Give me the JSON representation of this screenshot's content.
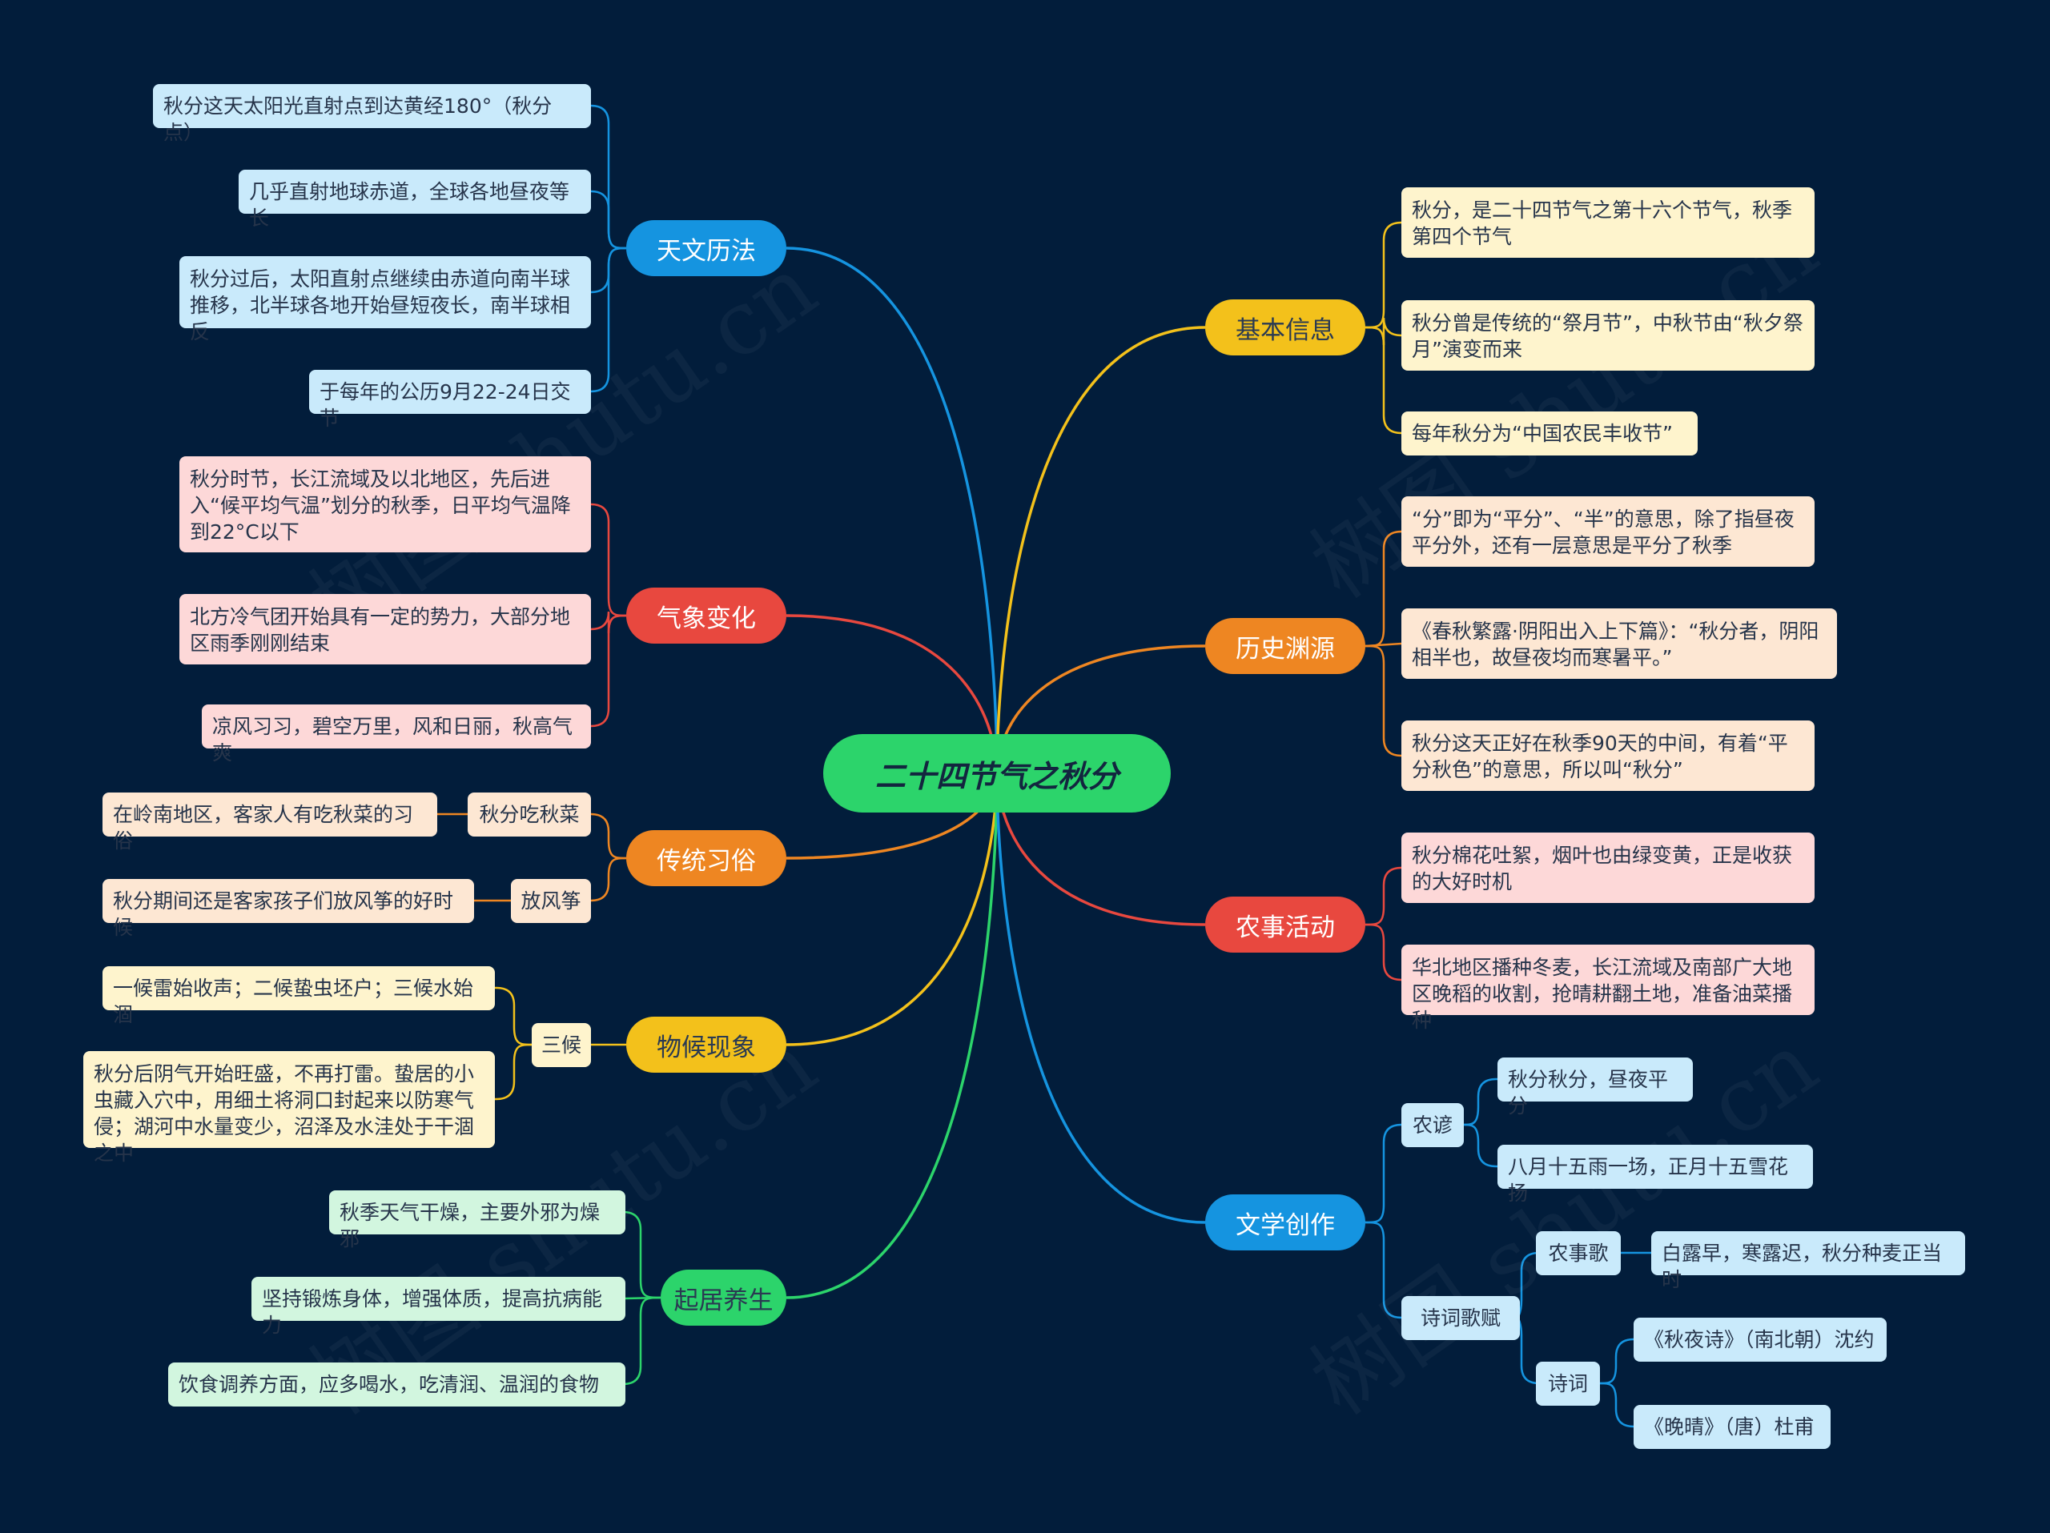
{
  "root": {
    "label": "二十四节气之秋分"
  },
  "watermark": "树图 shutu.cn",
  "colors": {
    "background": "#021d3b",
    "root": "#2cd46b",
    "blue": "#1594e0",
    "red": "#e8483f",
    "orange": "#ee8622",
    "yellow": "#f3c11b",
    "green": "#2cd46b"
  },
  "branches": {
    "tianwen": {
      "label": "天文历法",
      "items": [
        "秋分这天太阳光直射点到达黄经180°（秋分点）",
        "几乎直射地球赤道，全球各地昼夜等长",
        "秋分过后，太阳直射点继续由赤道向南半球推移，北半球各地开始昼短夜长，南半球相反",
        "于每年的公历9月22-24日交节"
      ]
    },
    "qixiang": {
      "label": "气象变化",
      "items": [
        "秋分时节，长江流域及以北地区，先后进入“候平均气温”划分的秋季，日平均气温降到22°C以下",
        "北方冷气团开始具有一定的势力，大部分地区雨季刚刚结束",
        "凉风习习，碧空万里，风和日丽，秋高气爽"
      ]
    },
    "xisu": {
      "label": "传统习俗",
      "subs": [
        {
          "label": "秋分吃秋菜",
          "item": "在岭南地区，客家人有吃秋菜的习俗"
        },
        {
          "label": "放风筝",
          "item": "秋分期间还是客家孩子们放风筝的好时候"
        }
      ]
    },
    "wuhou": {
      "label": "物候现象",
      "sub": "三候",
      "items": [
        "一候雷始收声；二候蛰虫坯户；三候水始涸",
        "秋分后阴气开始旺盛，不再打雷。蛰居的小虫藏入穴中，用细土将洞口封起来以防寒气侵；湖河中水量变少，沼泽及水洼处于干涸之中"
      ]
    },
    "yangsheng": {
      "label": "起居养生",
      "items": [
        "秋季天气干燥，主要外邪为燥邪",
        "坚持锻炼身体，增强体质，提高抗病能力",
        "饮食调养方面，应多喝水，吃清润、温润的食物"
      ]
    },
    "jiben": {
      "label": "基本信息",
      "items": [
        "秋分，是二十四节气之第十六个节气，秋季第四个节气",
        "秋分曾是传统的“祭月节”，中秋节由“秋夕祭月”演变而来",
        "每年秋分为“中国农民丰收节”"
      ]
    },
    "lishi": {
      "label": "历史渊源",
      "items": [
        "“分”即为“平分”、“半”的意思，除了指昼夜平分外，还有一层意思是平分了秋季",
        "《春秋繁露·阴阳出入上下篇》：“秋分者，阴阳相半也，故昼夜均而寒暑平。”",
        "秋分这天正好在秋季90天的中间，有着“平分秋色”的意思，所以叫“秋分”"
      ]
    },
    "nongshi": {
      "label": "农事活动",
      "items": [
        "秋分棉花吐絮，烟叶也由绿变黄，正是收获的大好时机",
        "华北地区播种冬麦，长江流域及南部广大地区晚稻的收割，抢晴耕翻土地，准备油菜播种"
      ]
    },
    "wenxue": {
      "label": "文学创作",
      "nongyan": {
        "label": "农谚",
        "items": [
          "秋分秋分，昼夜平分",
          "八月十五雨一场，正月十五雪花扬"
        ]
      },
      "shici": {
        "label": "诗词歌赋",
        "nongshige": {
          "label": "农事歌",
          "item": "白露早，寒露迟，秋分种麦正当时"
        },
        "shi": {
          "label": "诗词",
          "items": [
            "《秋夜诗》（南北朝）沈约",
            "《晚晴》（唐）杜甫"
          ]
        }
      }
    }
  }
}
